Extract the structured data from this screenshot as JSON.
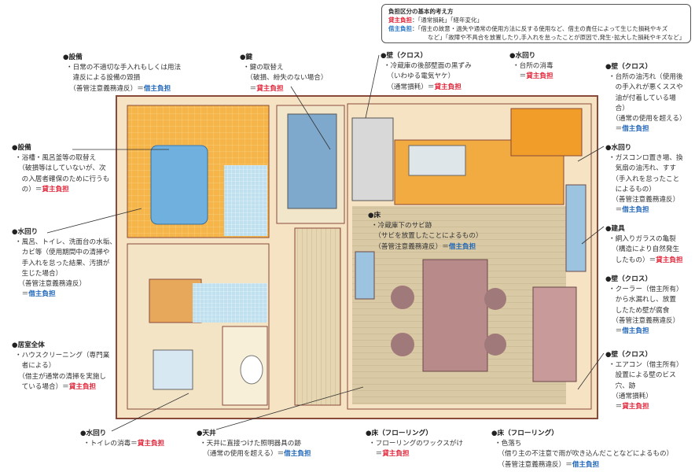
{
  "legend": {
    "title": "負担区分の基本的考え方",
    "landlord_label": "貸主負担",
    "landlord_text": "：「通常損耗」「経年変化」",
    "tenant_label": "借主負担",
    "tenant_text_1": "：「借主の故意・過失や通常の使用方法に反する使用など、借主の責任によって生じた損耗やキズ",
    "tenant_text_2": "など」「故障や不具合を放置したり,手入れを怠ったことが原因で,発生･拡大した損耗やキズなど」"
  },
  "colors": {
    "landlord": "#e0263a",
    "tenant": "#2066b8"
  },
  "annotations": [
    {
      "title": "●設備",
      "lines": [
        "・日常の不適切な手入れもしくは用法",
        "　違反による設備の毀損",
        "　（善管注意義務違反）＝"
      ],
      "result": "借主負担",
      "type": "tenant"
    },
    {
      "title": "●鍵",
      "lines": [
        "・鍵の取替え",
        "　（破損、紛失のない場合）",
        "　＝"
      ],
      "result": "貸主負担",
      "type": "landlord"
    },
    {
      "title": "●壁（クロス）",
      "lines": [
        "・冷蔵庫の後部壁面の黒ずみ",
        "　（いわゆる電気ヤケ）",
        "　（通常損耗）＝"
      ],
      "result": "貸主負担",
      "type": "landlord"
    },
    {
      "title": "●水回り",
      "lines": [
        "・台所の消毒",
        "　＝"
      ],
      "result": "貸主負担",
      "type": "landlord"
    },
    {
      "title": "●壁（クロス）",
      "lines": [
        "・台所の油汚れ（使用後",
        "　の手入れが悪くススや",
        "　油が付着している場",
        "　合）",
        "　（通常の使用を超える）",
        "　＝"
      ],
      "result": "借主負担",
      "type": "tenant"
    },
    {
      "title": "●設備",
      "lines": [
        "・浴槽・風呂釜等の取替え",
        "　（破損等はしていないが、次",
        "　の入居者確保のために行うも",
        "　の）＝"
      ],
      "result": "貸主負担",
      "type": "landlord"
    },
    {
      "title": "●水回り",
      "lines": [
        "・風呂、トイレ、洗面台の水垢、",
        "　カビ等（使用期間中の清掃や",
        "　手入れを怠った結果、汚損が",
        "　生じた場合）",
        "　（善管注意義務違反）",
        "　＝"
      ],
      "result": "借主負担",
      "type": "tenant"
    },
    {
      "title": "●居室全体",
      "lines": [
        "・ハウスクリーニング（専門業",
        "　者による）",
        "　（借主が通常の清掃を実施し",
        "　ている場合）＝"
      ],
      "result": "貸主負担",
      "type": "landlord"
    },
    {
      "title": "●水回り",
      "lines": [
        "・トイレの消毒＝"
      ],
      "result": "貸主負担",
      "type": "landlord"
    },
    {
      "title": "●天井",
      "lines": [
        "・天井に直接つけた照明器具の跡",
        "　（通常の使用を超える）＝"
      ],
      "result": "借主負担",
      "type": "tenant"
    },
    {
      "title": "●床（フローリング）",
      "lines": [
        "・フローリングのワックスがけ",
        "　＝"
      ],
      "result": "貸主負担",
      "type": "landlord"
    },
    {
      "title": "●床（フローリング）",
      "lines": [
        "・色落ち",
        "　（借り主の不注意で雨が吹き込んだことなどによるもの）",
        "　（善管注意義務違反）＝"
      ],
      "result": "借主負担",
      "type": "tenant"
    },
    {
      "title": "●水回り",
      "lines": [
        "・ガスコンロ置き場、換",
        "　気扇の油汚れ、すす",
        "　（手入れを怠ったこと",
        "　によるもの）",
        "　（善管注意義務違反）",
        "　＝"
      ],
      "result": "借主負担",
      "type": "tenant"
    },
    {
      "title": "●建具",
      "lines": [
        "・網入りガラスの亀裂",
        "　（構造により自然発生",
        "　したもの）＝"
      ],
      "result": "貸主負担",
      "type": "landlord"
    },
    {
      "title": "●壁（クロス）",
      "lines": [
        "・クーラー（借主所有）",
        "　から水漏れし、放置",
        "　したため壁が腐食",
        "　（善管注意義務違反）",
        "　＝"
      ],
      "result": "借主負担",
      "type": "tenant"
    },
    {
      "title": "●壁（クロス）",
      "lines": [
        "・エアコン（借主所有）",
        "　設置による壁のビス",
        "　穴、跡",
        "　（通常損耗）",
        "　＝"
      ],
      "result": "貸主負担",
      "type": "landlord"
    },
    {
      "title": "●床",
      "lines": [
        "・冷蔵庫下のサビ跡",
        "　（サビを放置したことによるもの）",
        "　（善管注意義務違反）＝"
      ],
      "result": "借主負担",
      "type": "tenant"
    }
  ]
}
